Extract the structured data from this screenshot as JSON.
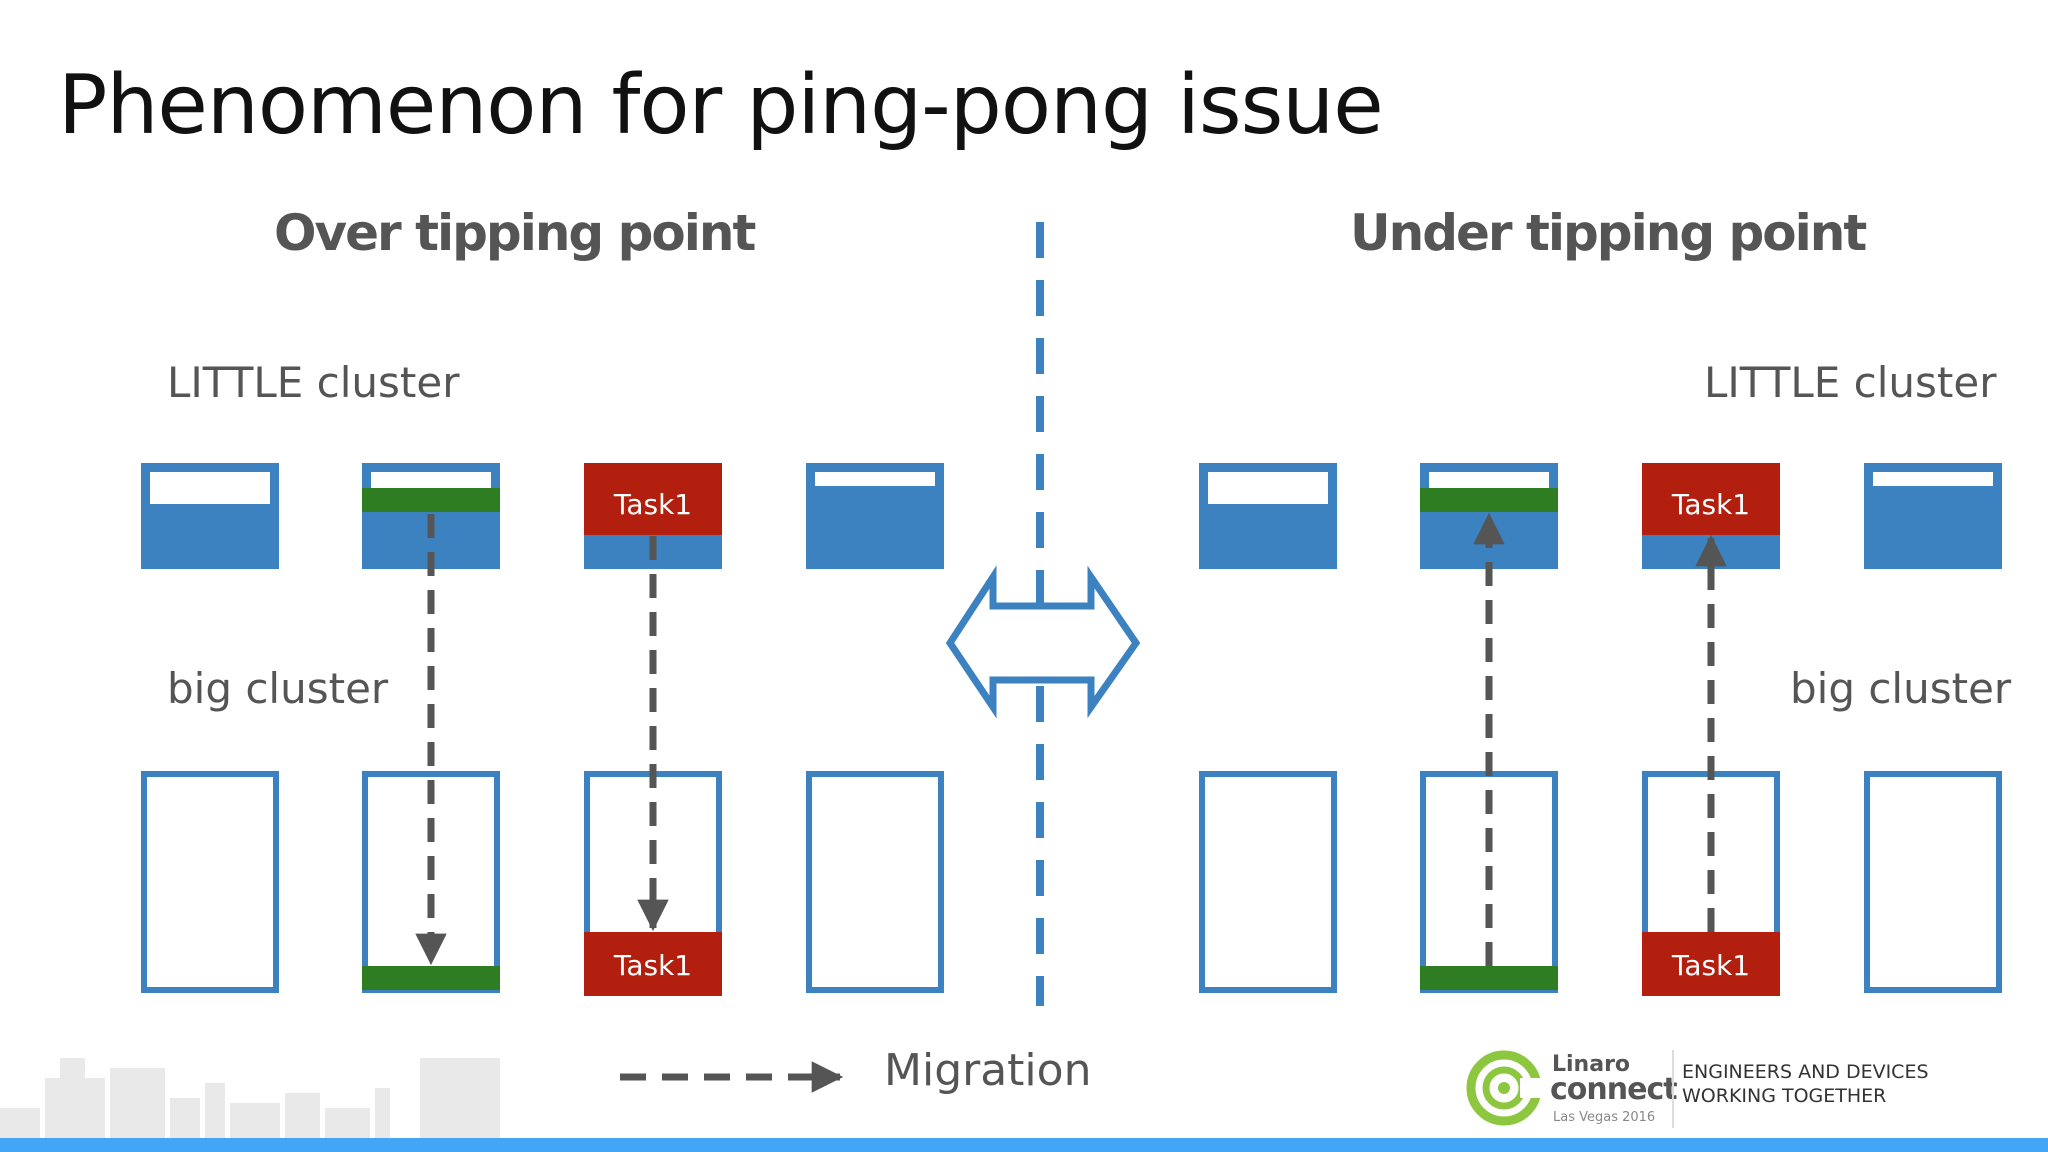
{
  "slide": {
    "title": "Phenomenon for ping-pong issue"
  },
  "left": {
    "heading": "Over tipping point",
    "little_label": "LITTLE cluster",
    "big_label": "big cluster",
    "task_labels": [
      "Task1",
      "Task1"
    ]
  },
  "right": {
    "heading": "Under tipping point",
    "little_label": "LITTLE cluster",
    "big_label": "big cluster",
    "task_labels": [
      "Task1",
      "Task1"
    ]
  },
  "legend": {
    "text": "Migration"
  },
  "logo": {
    "word1": "Linaro",
    "word2": "connect",
    "subtitle": "Las Vegas 2016",
    "tagline_line1": "ENGINEERS AND DEVICES",
    "tagline_line2": "WORKING TOGETHER"
  },
  "colors": {
    "cpu_blue": "#3d82c0",
    "task_red": "#b21f0f",
    "load_green": "#2e7d22",
    "arrow_gray": "#555555",
    "divider_blue": "#3d82c0",
    "bar_blue": "#42a5f5",
    "logo_green": "#8dc63f"
  }
}
